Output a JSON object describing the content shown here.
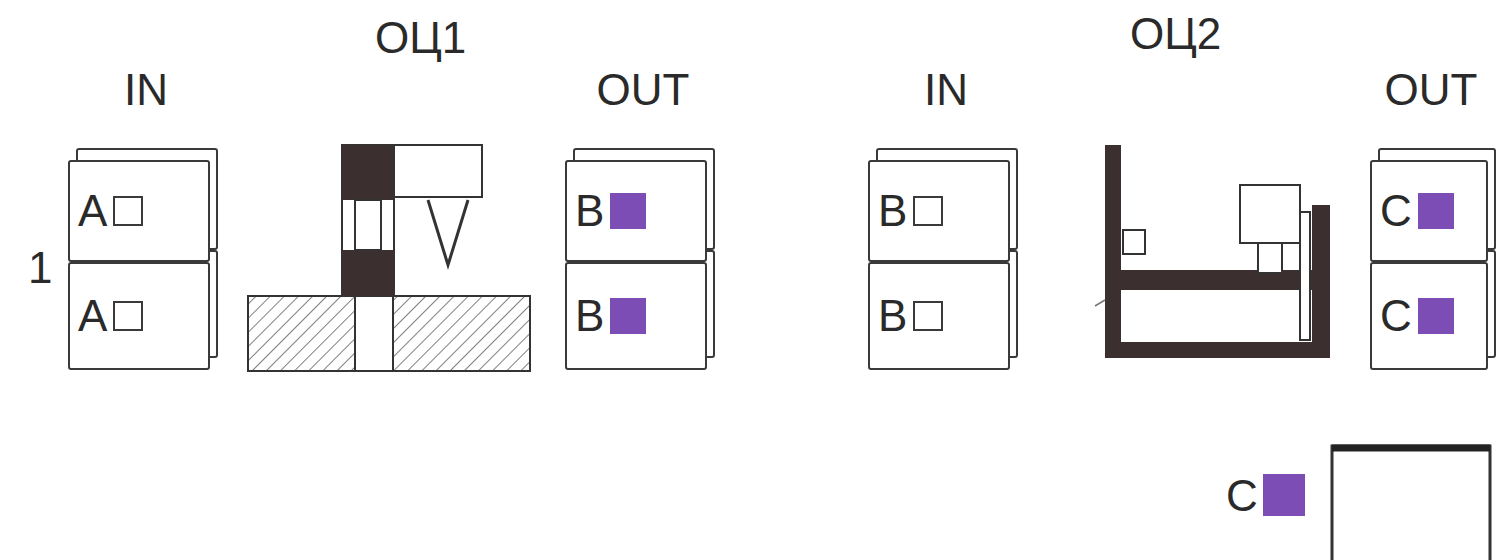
{
  "diagram": {
    "nodes": [
      {
        "text": [
          "IN"
        ]
      },
      {
        "text": [
          "A"
        ],
        "in": 0
      },
      {
        "text": [
          "A"
        ],
        "in": 0
      },
      {
        "text": [
          "OUT"
        ]
      },
      {
        "text": [
          "B"
        ],
        "in": 3
      },
      {
        "text": [
          "B"
        ],
        "in": 3
      },
      {
        "text": [
          "IN"
        ]
      },
      {
        "text": [
          "B"
        ],
        "in": 6
      },
      {
        "text": [
          "B"
        ],
        "in": 6
      },
      {
        "text": [
          "OUT"
        ]
      },
      {
        "text": [
          "C"
        ],
        "in": 9
      },
      {
        "text": [
          "C"
        ],
        "in": 9
      }
    ],
    "labels": [
      "1",
      "ОЦ1",
      "ОЦ2",
      "C"
    ]
  }
}
